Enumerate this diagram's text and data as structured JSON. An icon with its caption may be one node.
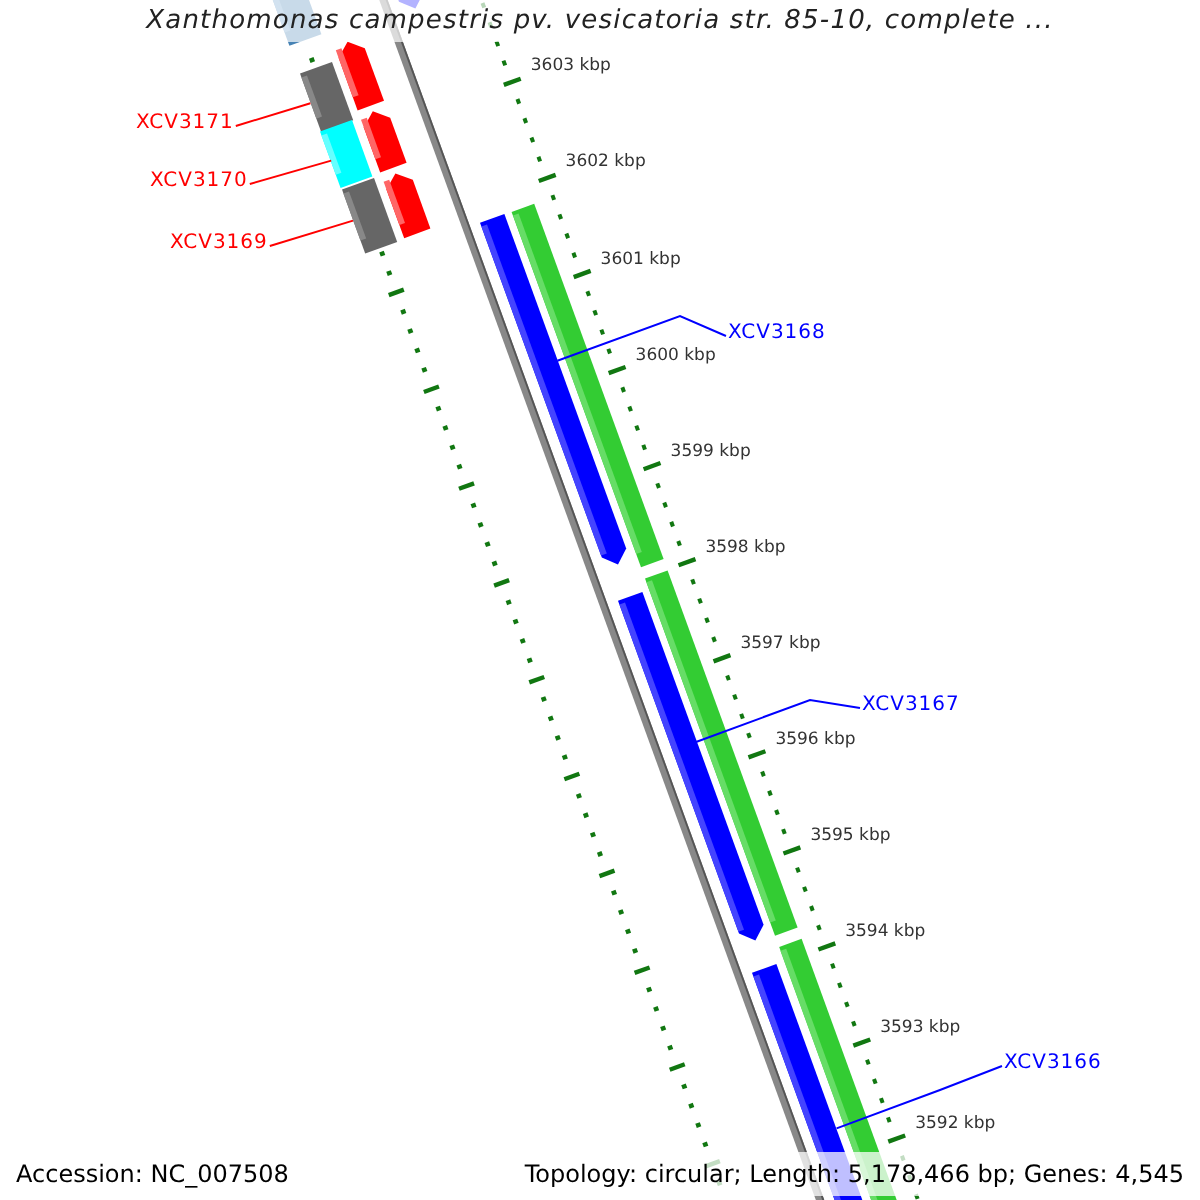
{
  "diagram": {
    "title": "Xanthomonas campestris pv. vesicatoria str. 85-10, complete ...",
    "nodes": [
      {
        "text": [
          "XCV3171"
        ]
      },
      {
        "text": [
          "XCV3170"
        ]
      },
      {
        "text": [
          "XCV3169"
        ]
      },
      {
        "text": [
          "XCV3168"
        ]
      },
      {
        "text": [
          "XCV3167"
        ]
      },
      {
        "text": [
          "XCV3166"
        ]
      },
      {
        "text": [],
        "shape": "bar"
      },
      {
        "text": [],
        "shape": "bar"
      },
      {
        "text": [],
        "shape": "bar"
      },
      {
        "text": [],
        "shape": "bar"
      },
      {
        "text": [],
        "shape": "bar"
      },
      {
        "text": [],
        "shape": "bar"
      }
    ],
    "edges": [
      {
        "from": 0,
        "to": 6,
        "arrow": "none",
        "color": "#ff0000"
      },
      {
        "from": 1,
        "to": 7,
        "arrow": "none",
        "color": "#ff0000"
      },
      {
        "from": 2,
        "to": 8,
        "arrow": "none",
        "color": "#ff0000"
      },
      {
        "from": 3,
        "to": 9,
        "arrow": "none",
        "color": "#0000ff"
      },
      {
        "from": 4,
        "to": 10,
        "arrow": "none",
        "color": "#0000ff"
      },
      {
        "from": 5,
        "to": 11,
        "arrow": "none",
        "color": "#0000ff"
      }
    ],
    "labels": [
      "3603 kbp",
      "3602 kbp",
      "3601 kbp",
      "3600 kbp",
      "3599 kbp",
      "3598 kbp",
      "3597 kbp",
      "3596 kbp",
      "3595 kbp",
      "3594 kbp",
      "3593 kbp",
      "3592 kbp",
      "Accession: NC_007508",
      "Topology: circular; Length: 5,178,466 bp; Genes: 4,545"
    ]
  }
}
